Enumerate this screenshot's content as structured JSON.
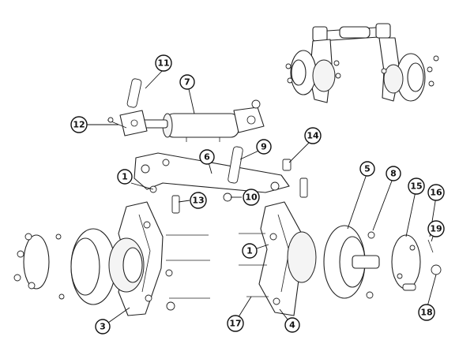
{
  "callouts": [
    {
      "id": "c1a",
      "label": "1"
    },
    {
      "id": "c1b",
      "label": "1"
    },
    {
      "id": "c3",
      "label": "3"
    },
    {
      "id": "c4",
      "label": "4"
    },
    {
      "id": "c5",
      "label": "5"
    },
    {
      "id": "c6",
      "label": "6"
    },
    {
      "id": "c7",
      "label": "7"
    },
    {
      "id": "c8",
      "label": "8"
    },
    {
      "id": "c9",
      "label": "9"
    },
    {
      "id": "c10",
      "label": "10"
    },
    {
      "id": "c11",
      "label": "11"
    },
    {
      "id": "c12",
      "label": "12"
    },
    {
      "id": "c13",
      "label": "13"
    },
    {
      "id": "c14",
      "label": "14"
    },
    {
      "id": "c15",
      "label": "15"
    },
    {
      "id": "c16",
      "label": "16"
    },
    {
      "id": "c17",
      "label": "17"
    },
    {
      "id": "c18",
      "label": "18"
    },
    {
      "id": "c19",
      "label": "19"
    }
  ]
}
